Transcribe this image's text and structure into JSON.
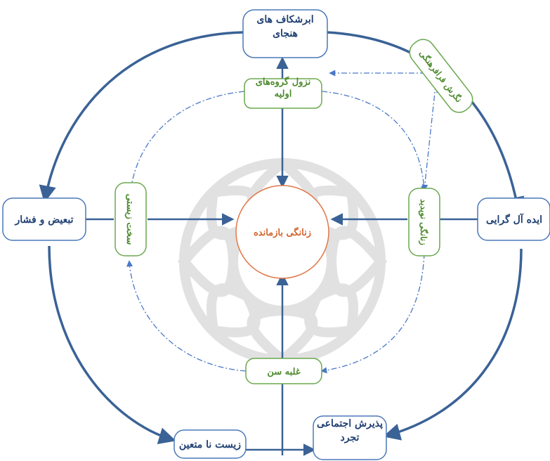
{
  "nodes": {
    "breaking_norms": "ابرشکاف های\nهنجای",
    "idealism": "ایده آل گرایی",
    "discrimination_pressure": "تبعیض و فشار",
    "uncertain_life": "زیست نا متعین",
    "social_acceptance_single": "پذیرش اجتماعی\nتجرد",
    "residual_life": "زنانگی بازمانده",
    "primary_groups_decline": "نزول گروه‌های\nاولیه",
    "hard_living": "سخت زیستی",
    "new_femininity": "زنانگی نوپدید",
    "age_dominance": "غلبه سن",
    "transcultural_view": "نگرش فرافرهنگی"
  },
  "colors": {
    "blue_border": "#4a78b8",
    "blue_text": "#1f3f73",
    "green_border": "#6aa84f",
    "green_text": "#4e8a2f",
    "orange_border": "#e0784a",
    "orange_text": "#d2642d",
    "arrow": "#3a6296",
    "dash": "#4a78c8",
    "watermark": "#d9d9d9"
  }
}
